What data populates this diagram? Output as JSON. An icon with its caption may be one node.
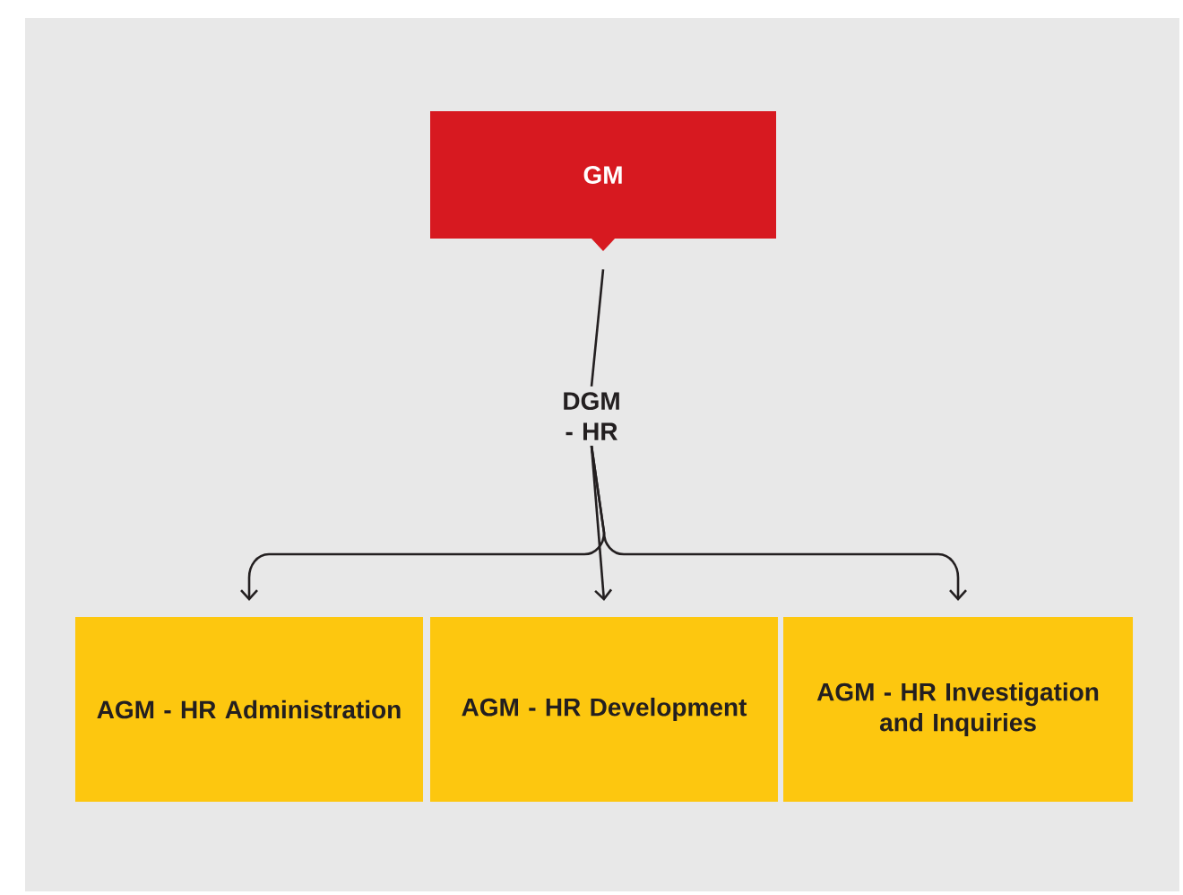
{
  "diagram": {
    "nodes": [
      {
        "text": [
          "GM"
        ]
      },
      {
        "text": [
          "DGM - HR"
        ]
      },
      {
        "text": [
          "AGM - HR Administration"
        ]
      },
      {
        "text": [
          "AGM - HR Development"
        ]
      },
      {
        "text": [
          "AGM - HR Investigation and Inquiries"
        ]
      }
    ],
    "edges": [
      {
        "from": 0,
        "to": 1,
        "arrow": "none"
      },
      {
        "from": 1,
        "to": 2,
        "arrow": "to"
      },
      {
        "from": 1,
        "to": 3,
        "arrow": "to"
      },
      {
        "from": 1,
        "to": 4,
        "arrow": "to"
      }
    ]
  }
}
